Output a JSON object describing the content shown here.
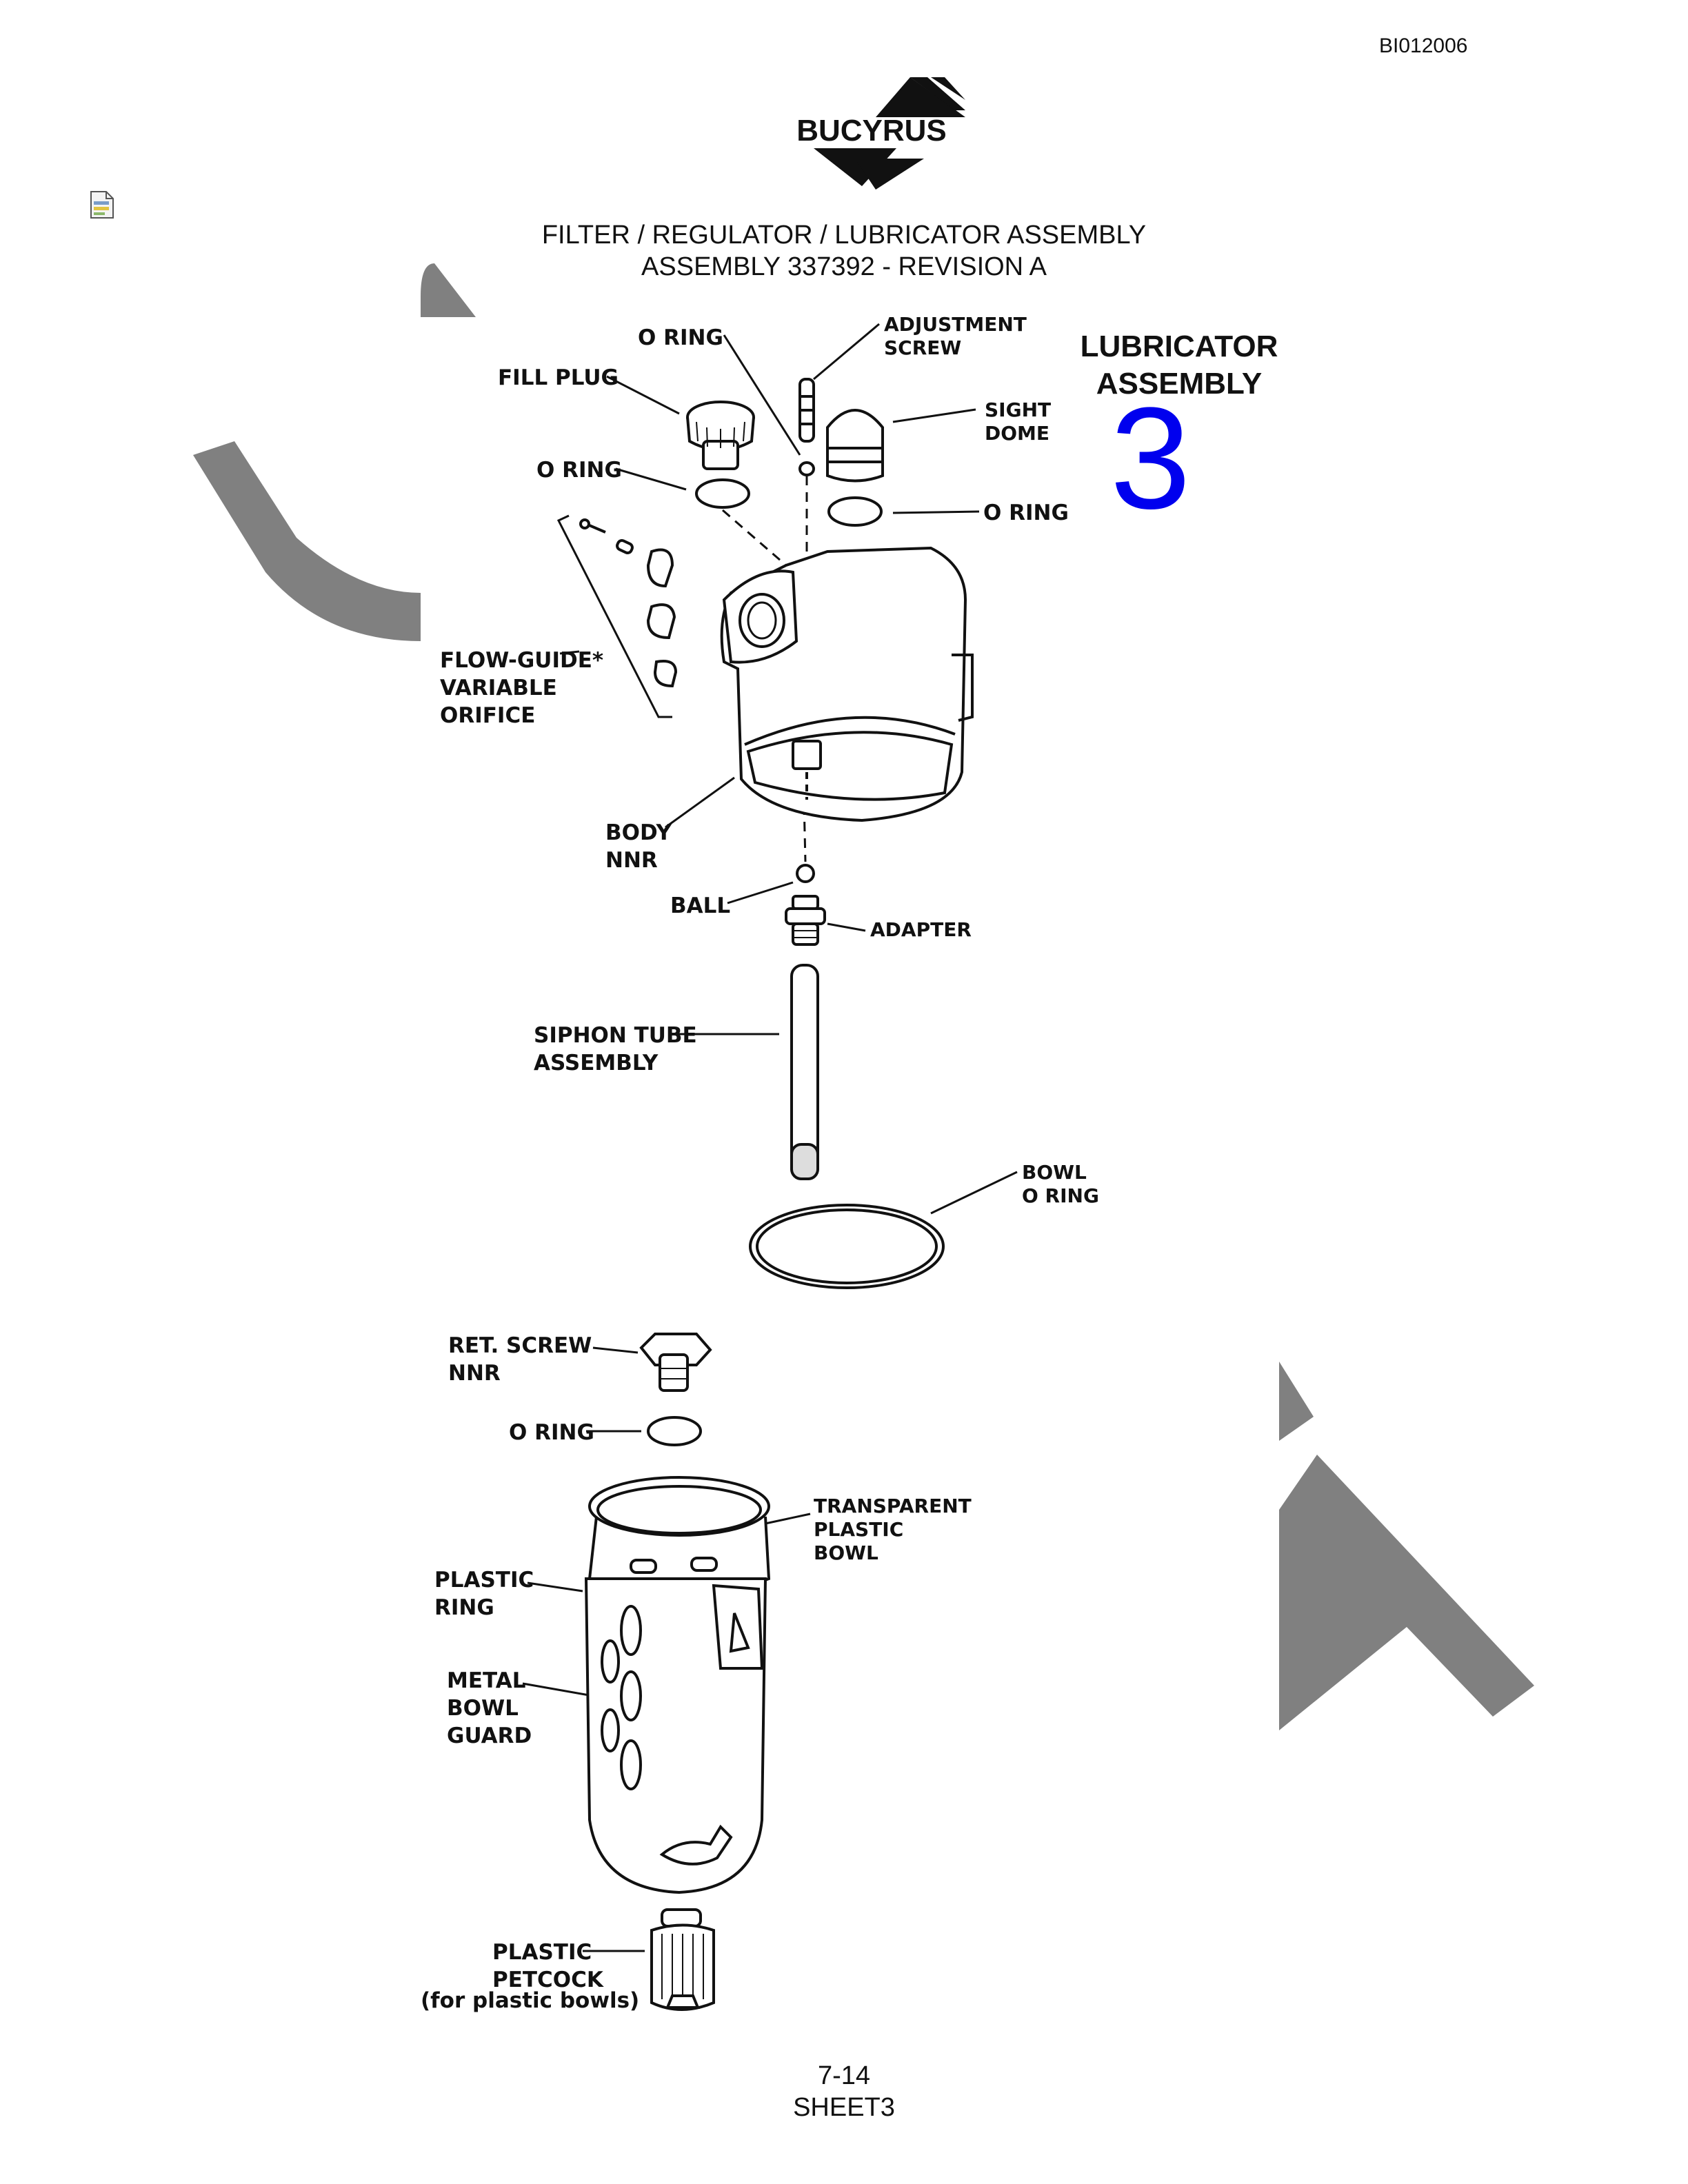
{
  "header": {
    "doc_id": "BI012006",
    "brand": "BUCYRUS",
    "title_line1": "FILTER / REGULATOR / LUBRICATOR ASSEMBLY",
    "title_line2": "ASSEMBLY 337392 - REVISION A"
  },
  "section": {
    "name": "LUBRICATOR\nASSEMBLY",
    "number": "3"
  },
  "labels": {
    "o_ring_top": "O RING",
    "adjustment_screw": "ADJUSTMENT\nSCREW",
    "fill_plug": "FILL PLUG",
    "sight_dome": "SIGHT\nDOME",
    "o_ring_left": "O RING",
    "o_ring_right": "O RING",
    "flow_guide": "FLOW-GUIDE*\nVARIABLE\nORIFICE",
    "body": "BODY\nNNR",
    "ball": "BALL",
    "adapter": "ADAPTER",
    "siphon_tube": "SIPHON TUBE\nASSEMBLY",
    "bowl_o_ring": "BOWL\nO RING",
    "ret_screw": "RET. SCREW\nNNR",
    "o_ring_lower": "O RING",
    "transparent_bowl": "TRANSPARENT\nPLASTIC\nBOWL",
    "plastic_ring": "PLASTIC\nRING",
    "metal_bowl_guard": "METAL\nBOWL\nGUARD",
    "plastic_petcock": "PLASTIC\nPETCOCK",
    "petcock_note": "(for plastic bowls)"
  },
  "footer": {
    "page": "7-14",
    "sheet": "SHEET3"
  },
  "colors": {
    "watermark": "#808080",
    "sheet_number": "#0000ee",
    "ink": "#111111"
  },
  "icons": [
    "document-icon",
    "bucyrus-logo"
  ]
}
